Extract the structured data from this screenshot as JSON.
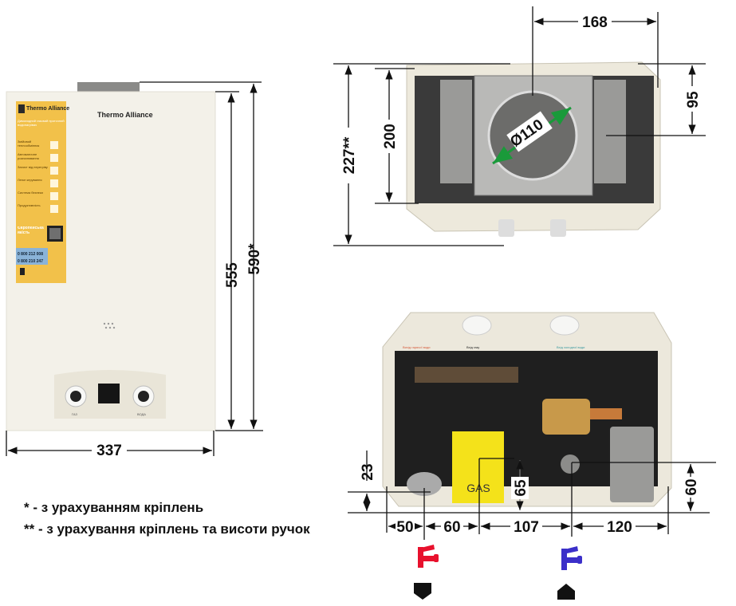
{
  "front_view": {
    "brand_logo": "Thermo Alliance",
    "label_brand": "Thermo Alliance",
    "label_title": "Димоходний газовий проточний водонагрівач",
    "label_features": [
      "Змійовий теплообмінник",
      "Автоматичне розпалювання",
      "Захист від перегріву",
      "Легке керування",
      "Система безпеки",
      "Продуктивність"
    ],
    "label_quality": "Європейська якість",
    "phone_1": "0 800 212 008",
    "phone_2": "0 800 210 247",
    "knob_left_label": "ГАЗ",
    "knob_right_label": "ВОДА"
  },
  "dimensions": {
    "height_body": "555",
    "height_total": "590*",
    "width": "337",
    "top_offset": "168",
    "top_depth_offset": "95",
    "flue_diameter": "Ø110",
    "top_height": "200",
    "top_height_total": "227**",
    "bottom_left_height": "23",
    "gas_height": "65",
    "bottom_right_height": "60",
    "spacing": [
      "50",
      "60",
      "107",
      "120"
    ]
  },
  "bottom_view": {
    "gas_label": "GAS",
    "hot_water_out": "Вихід гарячої води",
    "gas_in": "Вхід газу",
    "cold_water_in": "Вхід холодної води"
  },
  "notes": [
    "* - з урахуванням кріплень",
    "** - з урахування кріплень та висоти ручок"
  ],
  "colors": {
    "body": "#f3f1e9",
    "label": "#f2c14a",
    "hot": "#e8112d",
    "cold": "#3b2fc9",
    "gas_plate": "#f4e21a"
  }
}
